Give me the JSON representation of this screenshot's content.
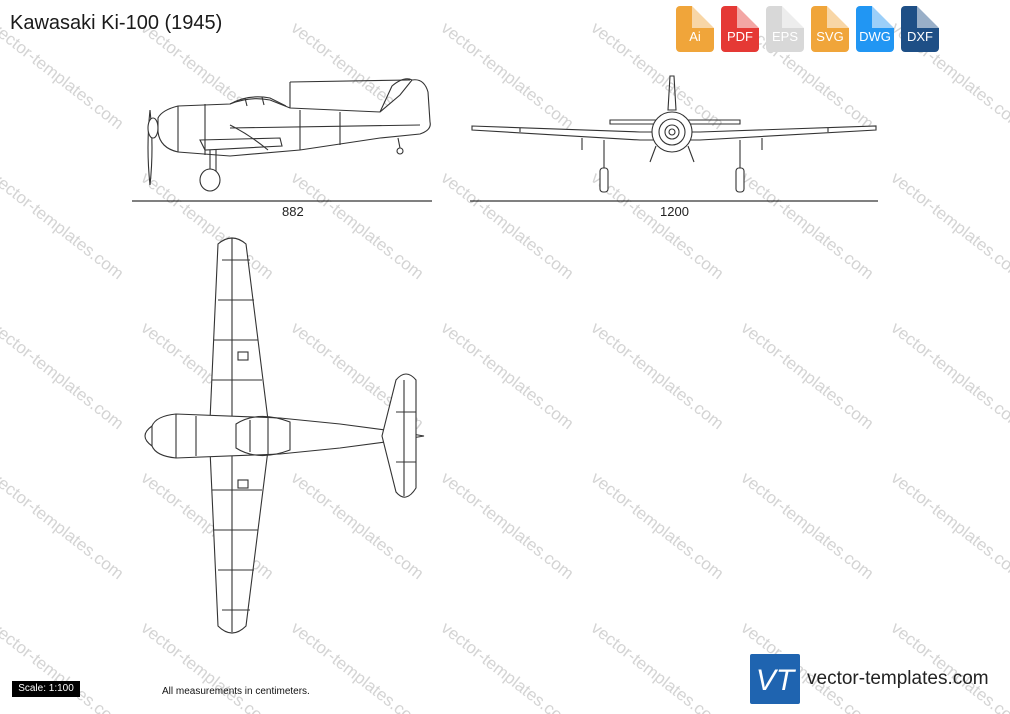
{
  "title": "Kawasaki Ki-100 (1945)",
  "formats": [
    {
      "label": "Ai",
      "color": "#f0a53a"
    },
    {
      "label": "PDF",
      "color": "#e53935"
    },
    {
      "label": "EPS",
      "color": "#d8d8d8"
    },
    {
      "label": "SVG",
      "color": "#f0a53a"
    },
    {
      "label": "DWG",
      "color": "#2196f3"
    },
    {
      "label": "DXF",
      "color": "#1e4f86"
    }
  ],
  "dimensions": {
    "length": "882",
    "wingspan": "1200"
  },
  "scale": "Scale: 1:100",
  "note": "All measurements in centimeters.",
  "brand": {
    "logo_text": "VT",
    "site": "vector-templates.com",
    "color": "#1f64b0"
  },
  "watermark": "vector-templates.com"
}
